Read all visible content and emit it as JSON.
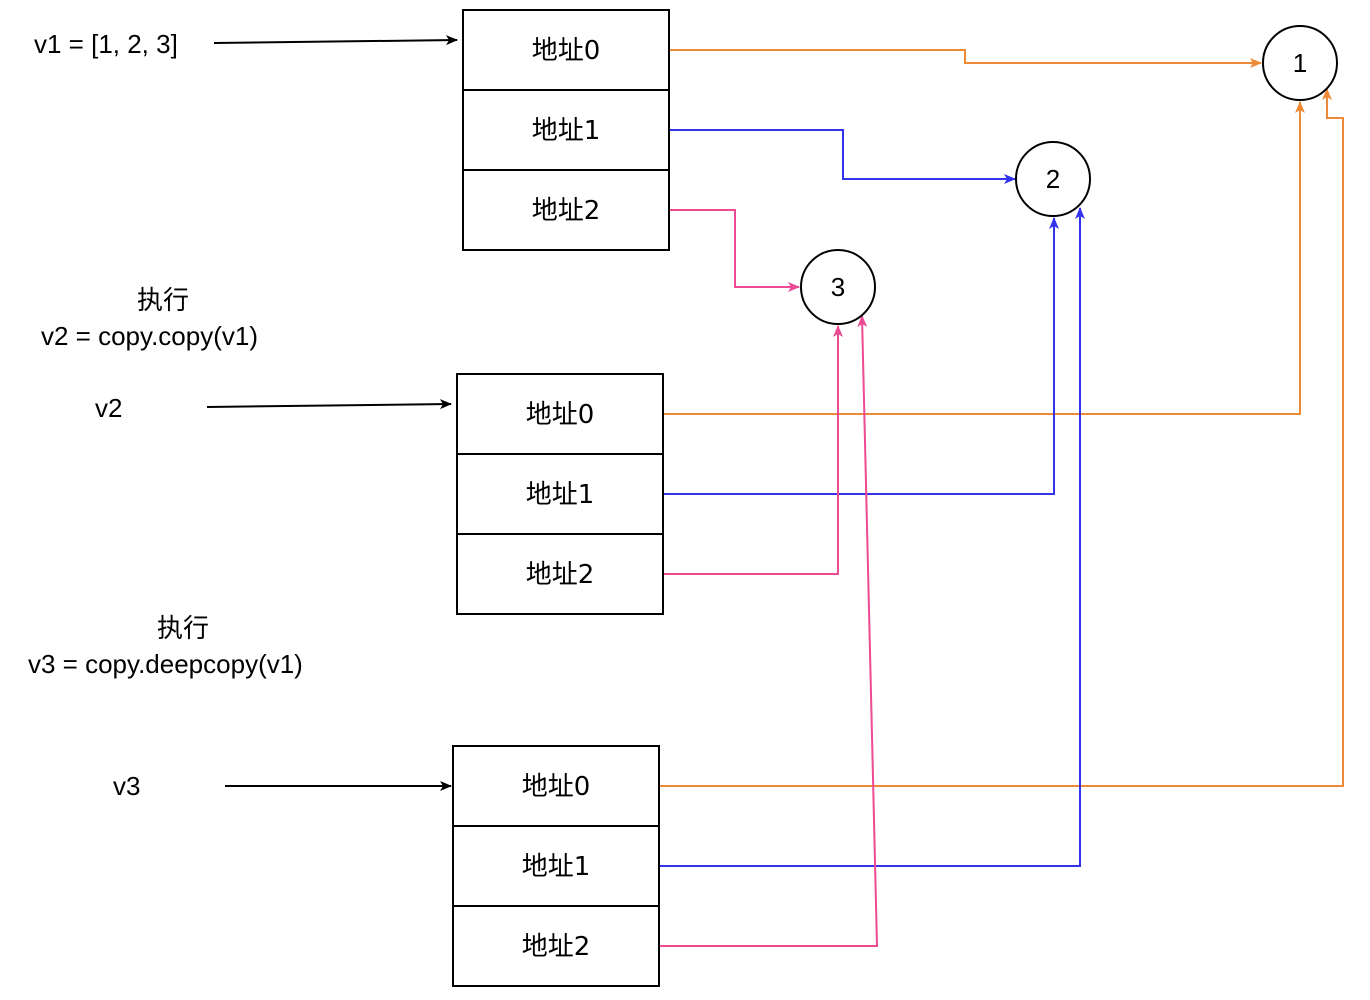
{
  "labels": {
    "v1_decl": "v1 = [1, 2, 3]",
    "step2_verb": "执行",
    "step2_code": "v2 = copy.copy(v1)",
    "v2_name": "v2",
    "step3_verb": "执行",
    "step3_code": "v3 = copy.deepcopy(v1)",
    "v3_name": "v3"
  },
  "lists": [
    {
      "name": "v1",
      "cells": [
        "地址0",
        "地址1",
        "地址2"
      ]
    },
    {
      "name": "v2",
      "cells": [
        "地址0",
        "地址1",
        "地址2"
      ]
    },
    {
      "name": "v3",
      "cells": [
        "地址0",
        "地址1",
        "地址2"
      ]
    }
  ],
  "values": [
    {
      "id": "1",
      "label": "1"
    },
    {
      "id": "2",
      "label": "2"
    },
    {
      "id": "3",
      "label": "3"
    }
  ],
  "colors": {
    "addr0": "#EE8A35",
    "addr1": "#3333EE",
    "addr2": "#EC4A93",
    "stroke": "#000000"
  },
  "edges": [
    {
      "from": "v1.地址0",
      "to": "1",
      "color_key": "addr0"
    },
    {
      "from": "v1.地址1",
      "to": "2",
      "color_key": "addr1"
    },
    {
      "from": "v1.地址2",
      "to": "3",
      "color_key": "addr2"
    },
    {
      "from": "v2.地址0",
      "to": "1",
      "color_key": "addr0"
    },
    {
      "from": "v2.地址1",
      "to": "2",
      "color_key": "addr1"
    },
    {
      "from": "v2.地址2",
      "to": "3",
      "color_key": "addr2"
    },
    {
      "from": "v3.地址0",
      "to": "1",
      "color_key": "addr0"
    },
    {
      "from": "v3.地址1",
      "to": "2",
      "color_key": "addr1"
    },
    {
      "from": "v3.地址2",
      "to": "3",
      "color_key": "addr2"
    }
  ]
}
